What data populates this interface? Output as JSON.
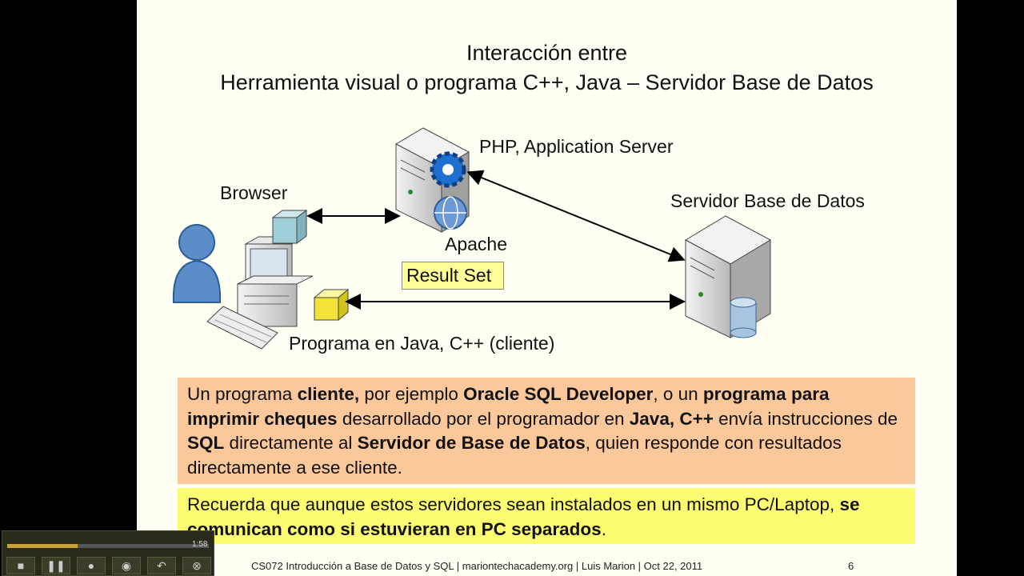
{
  "title": {
    "line1": "Interacción entre",
    "line2": "Herramienta visual o programa C++, Java – Servidor Base de Datos"
  },
  "diagram": {
    "php_label": "PHP, Application Server",
    "browser_label": "Browser",
    "apache_label": "Apache",
    "db_server_label": "Servidor Base de Datos",
    "result_set_label": "Result Set",
    "client_label": "Programa en Java, C++ (cliente)"
  },
  "box1": {
    "t1": "Un programa ",
    "b1": "cliente,",
    "t2": " por ejemplo ",
    "b2": "Oracle SQL Developer",
    "t3": ", o un ",
    "b3": "programa para imprimir cheques",
    "t4": " desarrollado por el programador en ",
    "b4": "Java, C++",
    "t5": " envía instrucciones de ",
    "b5": "SQL",
    "t6": " directamente al ",
    "b6": "Servidor de Base de Datos",
    "t7": ", quien responde con resultados directamente a ese cliente."
  },
  "box2": {
    "t1": "Recuerda que aunque estos servidores sean instalados en un mismo PC/Laptop, ",
    "b1": "se comunican como si estuvieran en PC separados",
    "t2": "."
  },
  "footer": {
    "text": "CS072 Introducción a Base de Datos y SQL  | mariontechacademy.org  |  Luis Marion  |  Oct 22, 2011",
    "page": "6"
  },
  "player": {
    "time": "1:58",
    "progress": 0.35,
    "buttons": [
      "stop-icon",
      "pause-icon",
      "microphone-icon",
      "webcam-icon",
      "undo-icon",
      "close-icon"
    ]
  },
  "colors": {
    "slide_bg": "#fffff4",
    "box1_bg": "#fac89b",
    "box2_bg": "#fdfd73",
    "result_set_bg": "#ffff99"
  }
}
